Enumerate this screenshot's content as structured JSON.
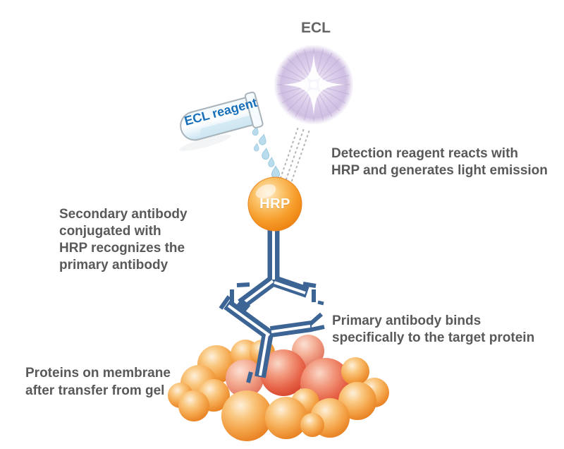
{
  "diagram": {
    "title": "ECL",
    "tube_label": "ECL reagent",
    "hrp_label": "HRP",
    "annotations": {
      "detection": "Detection reagent reacts with\nHRP and generates light emission",
      "secondary": "Secondary antibody\nconjugated with\nHRP recognizes the\nprimary antibody",
      "primary": "Primary antibody binds\nspecifically to the target protein",
      "proteins": "Proteins on membrane\nafter transfer from gel"
    },
    "colors": {
      "text_gray": "#58595b",
      "reagent_text_blue": "#176fba",
      "antibody_blue": "#3c6495",
      "hrp_orange": "#f0891a",
      "protein_orange": "#f2a044",
      "target_protein_red": "#e25b3d",
      "light_burst_lavender": "#cdbce1",
      "droplet_blue": "#b9dcec"
    }
  }
}
